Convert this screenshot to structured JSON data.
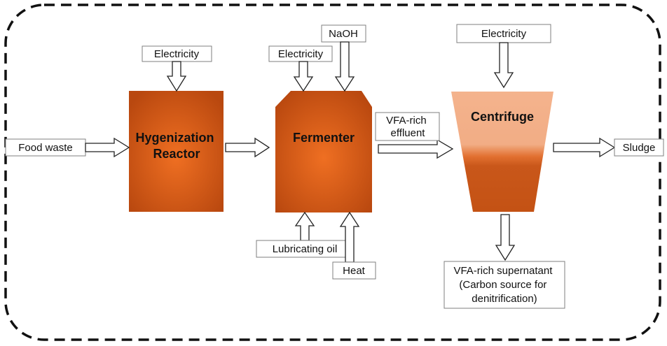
{
  "colors": {
    "unit_dark": "#b9480f",
    "unit_light": "#ef6f22",
    "centrifuge_top": "#f4b38d",
    "boundary": "#111111"
  },
  "units": {
    "hygenization": [
      "Hygenization",
      "Reactor"
    ],
    "fermenter": "Fermenter",
    "centrifuge": "Centrifuge"
  },
  "inputs": {
    "food_waste": "Food waste",
    "electricity_1": "Electricity",
    "electricity_2": "Electricity",
    "electricity_3": "Electricity",
    "naoh": "NaOH",
    "lubricating_oil": "Lubricating oil",
    "heat": "Heat"
  },
  "flows": {
    "vfa_effluent": [
      "VFA-rich",
      "effluent"
    ]
  },
  "outputs": {
    "sludge": "Sludge",
    "supernatant": [
      "VFA-rich supernatant",
      "(Carbon source for",
      "denitrification)"
    ]
  }
}
